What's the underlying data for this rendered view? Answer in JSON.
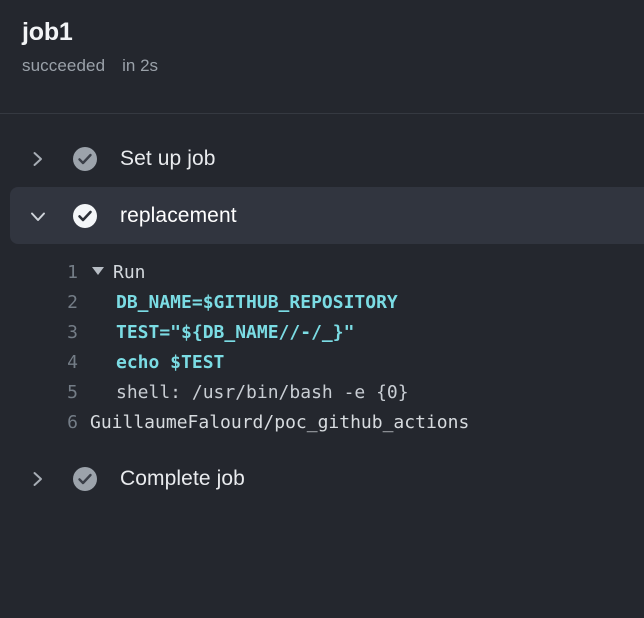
{
  "job": {
    "title": "job1",
    "status": "succeeded",
    "duration": "in 2s"
  },
  "colors": {
    "background": "#24272e",
    "selected_row": "#31353f",
    "divider": "#353941",
    "command_text": "#7bdce4",
    "status_icon_bright": "#f4f6f8",
    "status_icon_dim": "#9ca3ab",
    "line_number": "#747d87"
  },
  "steps": [
    {
      "label": "Set up job",
      "expanded": false,
      "selected": false,
      "chevron_icon": "chevron-right-icon",
      "status_icon": "check-circle-icon",
      "status_state": "dim"
    },
    {
      "label": "replacement",
      "expanded": true,
      "selected": true,
      "chevron_icon": "chevron-down-icon",
      "status_icon": "check-circle-icon",
      "status_state": "bright"
    },
    {
      "label": "Complete job",
      "expanded": false,
      "selected": false,
      "chevron_icon": "chevron-right-icon",
      "status_icon": "check-circle-icon",
      "status_state": "dim"
    }
  ],
  "log": {
    "group_toggle_icon": "triangle-down-icon",
    "lines": [
      {
        "number": "1",
        "text": "Run",
        "kind": "group"
      },
      {
        "number": "2",
        "text": "DB_NAME=$GITHUB_REPOSITORY",
        "kind": "cmd"
      },
      {
        "number": "3",
        "text": "TEST=\"${DB_NAME//-/_}\"",
        "kind": "cmd"
      },
      {
        "number": "4",
        "text": "echo $TEST",
        "kind": "cmd"
      },
      {
        "number": "5",
        "text": "shell: /usr/bin/bash -e {0}",
        "kind": "shell"
      },
      {
        "number": "6",
        "text": "GuillaumeFalourd/poc_github_actions",
        "kind": "out"
      }
    ]
  }
}
